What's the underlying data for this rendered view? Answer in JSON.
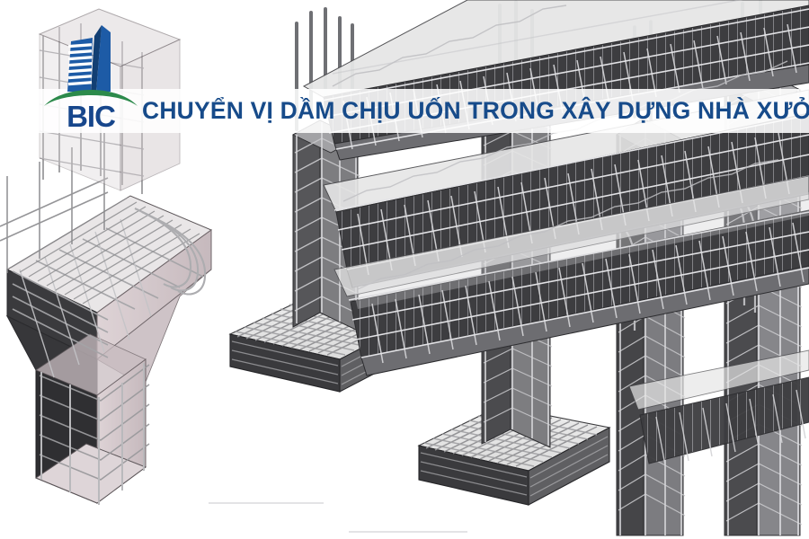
{
  "banner": {
    "title": "CHUYỂN VỊ DẦM CHỊU UỐN TRONG XÂY DỰNG NHÀ XƯỞNG",
    "background_color": "#ffffff",
    "title_color": "#174b8a",
    "opacity": "0.88"
  },
  "logo": {
    "text": "BIC",
    "text_color": "#17468c",
    "tower_color": "#1d5ba6",
    "tower_dark_color": "#123f73",
    "arc_color": "#2c8a4b",
    "name": "bic-logo"
  },
  "illustration": {
    "subject": "3D reinforced-concrete rebar detailing model of factory frame",
    "description": "Isometric BIM rendering showing reinforced concrete columns, beams and spread footings with steel reinforcement cages",
    "elements": [
      {
        "id": "left-pier",
        "label": "reinforced concrete pier with flared capital",
        "color": "#cfc3c6"
      },
      {
        "id": "left-pier-cage",
        "label": "column rebar cage",
        "color": "#8d8d91"
      },
      {
        "id": "column-a",
        "label": "column with rebar cage on footing A",
        "color": "#6f7074"
      },
      {
        "id": "column-b",
        "label": "column with rebar cage on footing B",
        "color": "#6f7074"
      },
      {
        "id": "column-c",
        "label": "tall corner column rebar cage",
        "color": "#5d5e61"
      },
      {
        "id": "beam-upper",
        "label": "upper reinforced concrete beam cage",
        "color": "#4a4a4d"
      },
      {
        "id": "beam-middle",
        "label": "middle reinforced concrete beam cage",
        "color": "#3f3f42"
      },
      {
        "id": "beam-lower",
        "label": "lower reinforced concrete beam cage",
        "color": "#3f3f42"
      },
      {
        "id": "footing-a",
        "label": "spread footing with reinforcement mesh",
        "color": "#e4e4e4"
      },
      {
        "id": "footing-b",
        "label": "spread footing with reinforcement mesh",
        "color": "#e4e4e4"
      },
      {
        "id": "dowels",
        "label": "protruding starter bars / dowels",
        "color": "#7b7c80"
      }
    ],
    "palette": {
      "concrete_light": "#e8e8e8",
      "concrete_mid": "#bdbdbd",
      "concrete_dark": "#3c3c3f",
      "rebar_light": "#d5d5d7",
      "rebar_mid": "#9a9a9d",
      "rebar_dark": "#5a5a5d",
      "pier_pink": "#d2c6ca",
      "outline": "#2b2b2e"
    }
  }
}
